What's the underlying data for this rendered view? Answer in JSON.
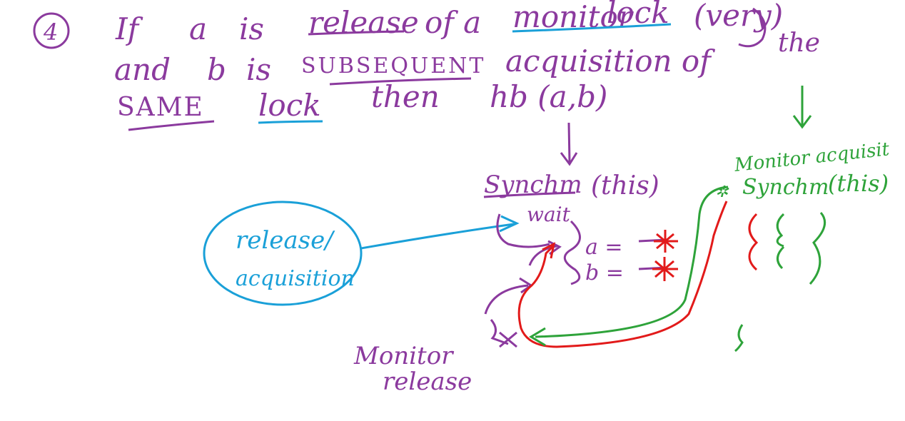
{
  "number_label": "4",
  "text": {
    "line1": [
      "If",
      "a",
      "is",
      "release",
      "of a",
      "monitor",
      "lock",
      "(very)"
    ],
    "the": "the",
    "line2": [
      "and",
      "b",
      "is",
      "SUBSEQUENT",
      "acquisition of"
    ],
    "line3": [
      "SAME",
      "lock",
      "then",
      "hb (a,b)"
    ]
  },
  "circle_text": [
    "release/",
    "acquisition"
  ],
  "sync_left": {
    "header": "Synchm",
    "this": "(this)",
    "wait": "wait",
    "a_line": "a =",
    "b_line": "b ="
  },
  "sync_right": {
    "monitor_acquire": "Monitor acquisit",
    "header": "Synchm",
    "this": "(this)"
  },
  "monitor_release": [
    "Monitor",
    "release"
  ],
  "colors": {
    "purple": "#8b3a9e",
    "blue": "#1aa0d8",
    "green": "#2ea33a",
    "red": "#e21a1a",
    "background": "#ffffff"
  }
}
